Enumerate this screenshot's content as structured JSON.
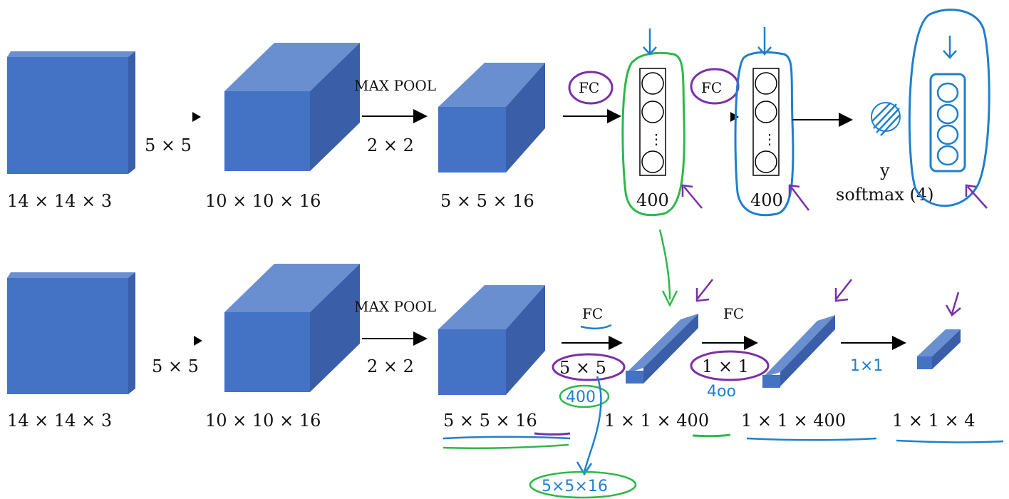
{
  "row1": {
    "input_label": "14 × 14 × 3",
    "conv_label": "5 × 5",
    "conv_out_label": "10 × 10 × 16",
    "pool_label": "MAX POOL",
    "pool_size": "2 × 2",
    "pool_out_label": "5 × 5 × 16",
    "fc1_label": "FC",
    "fc1_units": "400",
    "fc2_label": "FC",
    "fc2_units": "400",
    "fc_dots": "⋮",
    "y_label": "y",
    "softmax_label": "softmax (4)"
  },
  "row2": {
    "input_label": "14 × 14 × 3",
    "conv_label": "5 × 5",
    "conv_out_label": "10 × 10 × 16",
    "pool_label": "MAX POOL",
    "pool_size": "2 × 2",
    "pool_out_label": "5 × 5 × 16",
    "fc1_label": "FC",
    "fc1_filter": "5 × 5",
    "fc1_out_label": "1 × 1 × 400",
    "fc2_label": "FC",
    "fc2_filter": "1 × 1",
    "fc2_out_label": "1 × 1 × 400",
    "fc3_filter": "1×1",
    "fc3_out_label": "1 × 1 × 4"
  },
  "annotations": {
    "filter_count": "400",
    "filter_count_short": "4oo",
    "filter_shape": "5×5×16"
  },
  "colors": {
    "cube_front": "#4472c4",
    "cube_top": "#6a8fd0",
    "cube_side": "#3a5fa8",
    "ink_purple": "#7b2fa8",
    "ink_green": "#2db84a",
    "ink_blue": "#1f7fcf"
  }
}
